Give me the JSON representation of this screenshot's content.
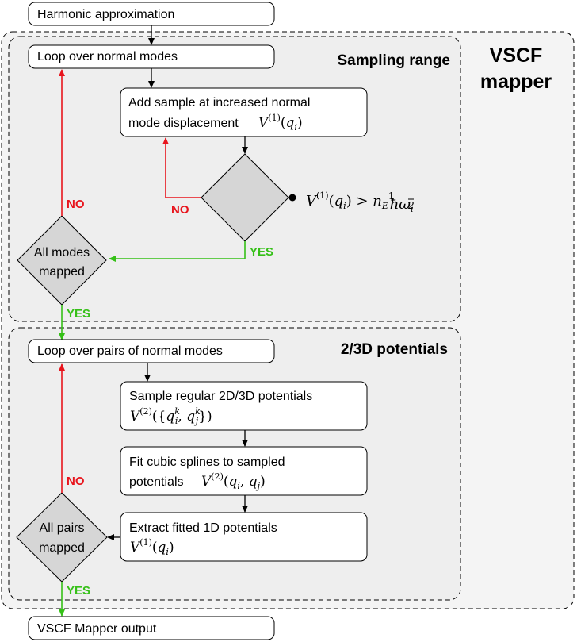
{
  "mapper_title_line1": "VSCF",
  "mapper_title_line2": "mapper",
  "top_box": "Harmonic approximation",
  "bottom_box": "VSCF Mapper output",
  "sampling": {
    "title": "Sampling range",
    "loop_box": "Loop over normal modes",
    "add_line1": "Add sample at increased normal",
    "add_line2": "mode displacement",
    "add_math": "V(1)(qi)",
    "condition": "V(1)(qi) > nE ½ ħωi",
    "no_inner": "NO",
    "yes_inner": "YES",
    "no_outer": "NO",
    "yes_outer": "YES",
    "all_modes_line1": "All modes",
    "all_modes_line2": "mapped"
  },
  "potentials": {
    "title": "2/3D potentials",
    "loop_box": "Loop over pairs of normal modes",
    "sample_line1": "Sample regular 2D/3D potentials",
    "sample_math": "V(2)({qik, qjk})",
    "fit_line1": "Fit cubic splines to sampled",
    "fit_line2": "potentials",
    "fit_math": "V(2)(qi, qj)",
    "extract_line1": "Extract fitted 1D potentials",
    "extract_math": "V(1)(qi)",
    "no": "NO",
    "yes": "YES",
    "all_pairs_line1": "All pairs",
    "all_pairs_line2": "mapped"
  },
  "colors": {
    "no": "#e8141c",
    "yes": "#35c017",
    "arrow": "#000000",
    "panel": "#eeeeee",
    "diamond": "#d6d6d6"
  }
}
